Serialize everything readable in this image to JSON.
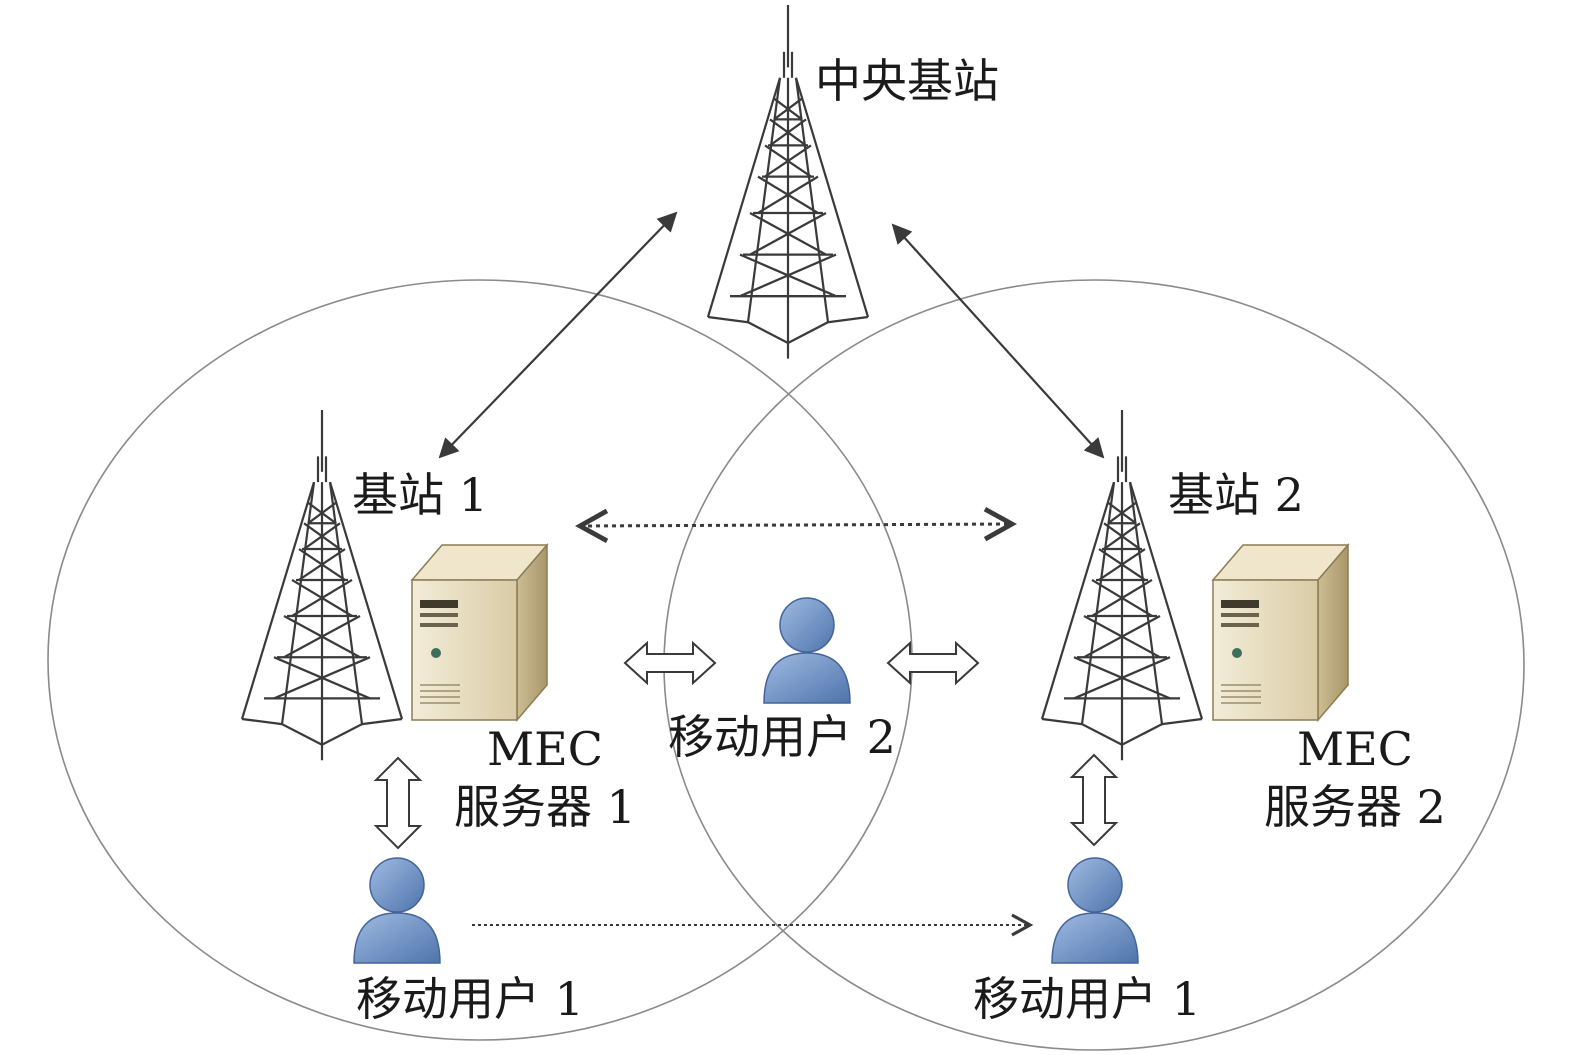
{
  "labels": {
    "central_station": "中央基站",
    "station1": "基站 1",
    "station2": "基站 2",
    "mec1_line1": "MEC",
    "mec1_line2": "服务器 1",
    "mec2_line1": "MEC",
    "mec2_line2": "服务器 2",
    "user2": "移动用户 2",
    "user1_left": "移动用户 1",
    "user1_right": "移动用户 1"
  },
  "icons": {
    "tower": "cell-tower-icon",
    "server": "server-icon",
    "user": "user-icon"
  },
  "colors": {
    "line": "#3a3a3a",
    "coverage": "#8a8a8a",
    "server_front": "#e6dcc0",
    "server_side": "#c8b88f",
    "user": "#6f93c6"
  }
}
